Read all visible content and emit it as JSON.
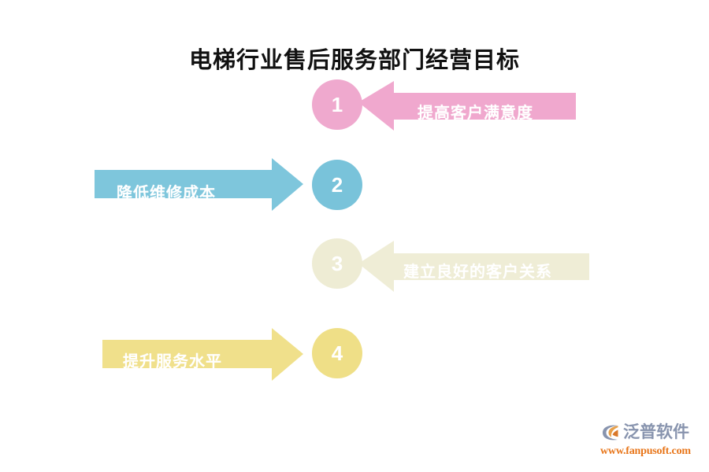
{
  "page": {
    "title": "电梯行业售后服务部门经营目标",
    "background_color": "#ffffff"
  },
  "diagram": {
    "type": "numbered-arrow-list",
    "rows": [
      {
        "number": "1",
        "label": "提高客户满意度",
        "direction": "left",
        "color": "#f0a8ce",
        "circle_color": "#efa9ce",
        "text_color": "#ffffff"
      },
      {
        "number": "2",
        "label": "降低维修成本",
        "direction": "right",
        "color": "#7ec6dc",
        "circle_color": "#79c3da",
        "text_color": "#ffffff"
      },
      {
        "number": "3",
        "label": "建立良好的客户关系",
        "direction": "left",
        "color": "#efedd6",
        "circle_color": "#eeecd4",
        "text_color": "#ffffff"
      },
      {
        "number": "4",
        "label": "提升服务水平",
        "direction": "right",
        "color": "#f0e08b",
        "circle_color": "#efdf87",
        "text_color": "#ffffff"
      }
    ]
  },
  "watermark": {
    "brand_name": "泛普软件",
    "url": "www.fanpusoft.com",
    "brand_color": "#8894ae",
    "url_color": "#e8761a",
    "mark_icon": "fanpu-swoosh-logo-icon"
  }
}
